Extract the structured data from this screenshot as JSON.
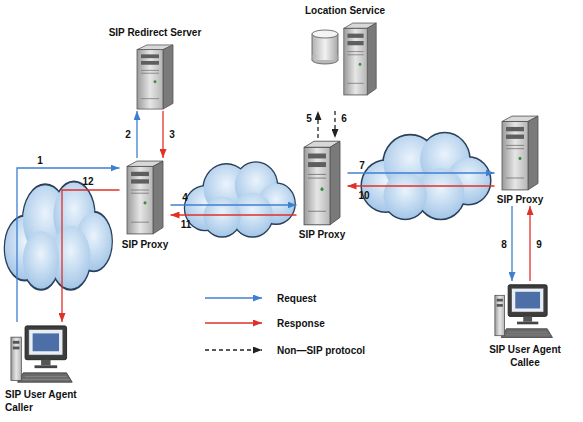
{
  "diagram": {
    "nodes": [
      {
        "text": [
          "SIP Redirect Server"
        ]
      },
      {
        "text": [
          "Location Service"
        ]
      },
      {
        "text": [
          "SIP Proxy"
        ]
      },
      {
        "text": [
          "SIP Proxy"
        ]
      },
      {
        "text": [
          "SIP Proxy"
        ]
      },
      {
        "text": [
          "SIP User Agent Caller"
        ]
      },
      {
        "text": [
          "SIP User Agent Callee"
        ]
      }
    ],
    "edges": [
      {
        "from": 5,
        "to": 2,
        "arrow": "to",
        "label": "1"
      },
      {
        "from": 2,
        "to": 0,
        "arrow": "to",
        "label": "2"
      },
      {
        "from": 0,
        "to": 2,
        "arrow": "to",
        "label": "3"
      },
      {
        "from": 2,
        "to": 3,
        "arrow": "to",
        "label": "4"
      },
      {
        "from": 3,
        "to": 1,
        "arrow": "to",
        "label": "5"
      },
      {
        "from": 1,
        "to": 3,
        "arrow": "to",
        "label": "6"
      },
      {
        "from": 3,
        "to": 4,
        "arrow": "to",
        "label": "7"
      },
      {
        "from": 4,
        "to": 6,
        "arrow": "to",
        "label": "8"
      },
      {
        "from": 6,
        "to": 4,
        "arrow": "to",
        "label": "9"
      },
      {
        "from": 4,
        "to": 3,
        "arrow": "to",
        "label": "10"
      },
      {
        "from": 3,
        "to": 2,
        "arrow": "to",
        "label": "11"
      },
      {
        "from": 2,
        "to": 5,
        "arrow": "to",
        "label": "12"
      }
    ],
    "legend": [
      {
        "text": "Request"
      },
      {
        "text": "Response"
      },
      {
        "text": "Non—SIP protocol"
      }
    ]
  }
}
